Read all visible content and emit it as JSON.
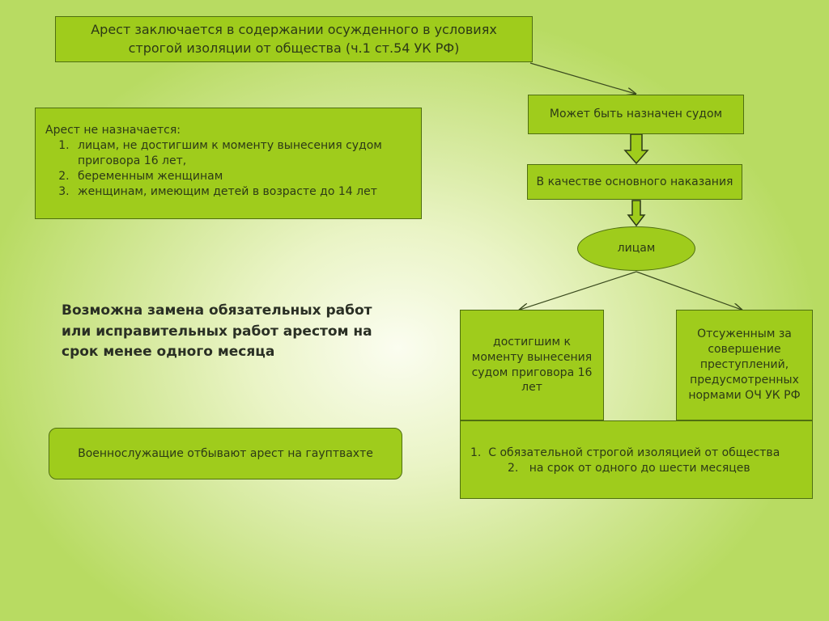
{
  "title": "Арест заключается в содержании осужденного в условиях строгой изоляции от общества (ч.1 ст.54 УК РФ)",
  "not_assigned": {
    "heading": "Арест не назначается:",
    "items": [
      "лицам, не достигшим к моменту вынесения судом приговора 16 лет,",
      "беременным женщинам",
      "женщинам, имеющим детей в возрасте до 14 лет"
    ]
  },
  "flow": {
    "court": "Может быть назначен судом",
    "main_penalty": "В качестве основного наказания",
    "persons": "лицам",
    "reached_age": "достигшим к моменту вынесения судом приговора 16 лет",
    "convicted": "Отсуженным за совершение преступлений, предусмотренных нормами ОЧ УК РФ",
    "conditions": [
      "С обязательной строгой изоляцией от общества",
      "на срок от одного до шести месяцев"
    ]
  },
  "replacement_note": "Возможна замена обязательных работ или исправительных работ арестом на срок менее одного месяца",
  "military_note": "Военнослужащие отбывают арест на гауптвахте",
  "colors": {
    "box_fill": "#9fcc1c",
    "box_border": "#4f6f10"
  }
}
